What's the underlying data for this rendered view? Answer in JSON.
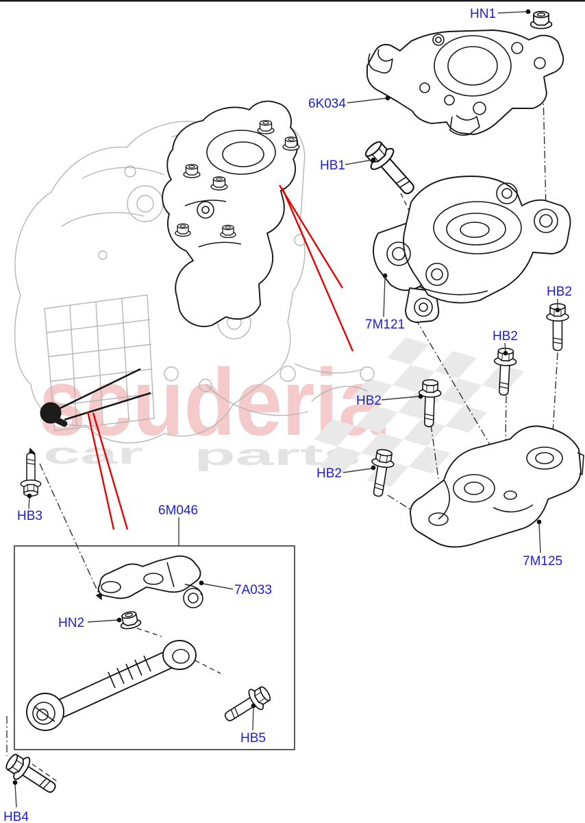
{
  "watermark": {
    "brand": "scuderia",
    "sub_word_1": "car",
    "sub_word_2": "parts",
    "brand_color": "#f4caca",
    "sub_color": "#e3e3e3"
  },
  "label_color": "#1b1bdd",
  "pointer_color": "#e60000",
  "part_labels": {
    "hn1": "HN1",
    "bracket_6k034": "6K034",
    "hb1": "HB1",
    "mount_7m121": "7M121",
    "hb2_right": "HB2",
    "hb2_mid": "HB2",
    "hb2_left": "HB2",
    "hb2_lower": "HB2",
    "bracket_7m125": "7M125",
    "hb3": "HB3",
    "insulator_6m046": "6M046",
    "bracket_7a033": "7A033",
    "hn2": "HN2",
    "hb5": "HB5",
    "hb4": "HB4"
  }
}
